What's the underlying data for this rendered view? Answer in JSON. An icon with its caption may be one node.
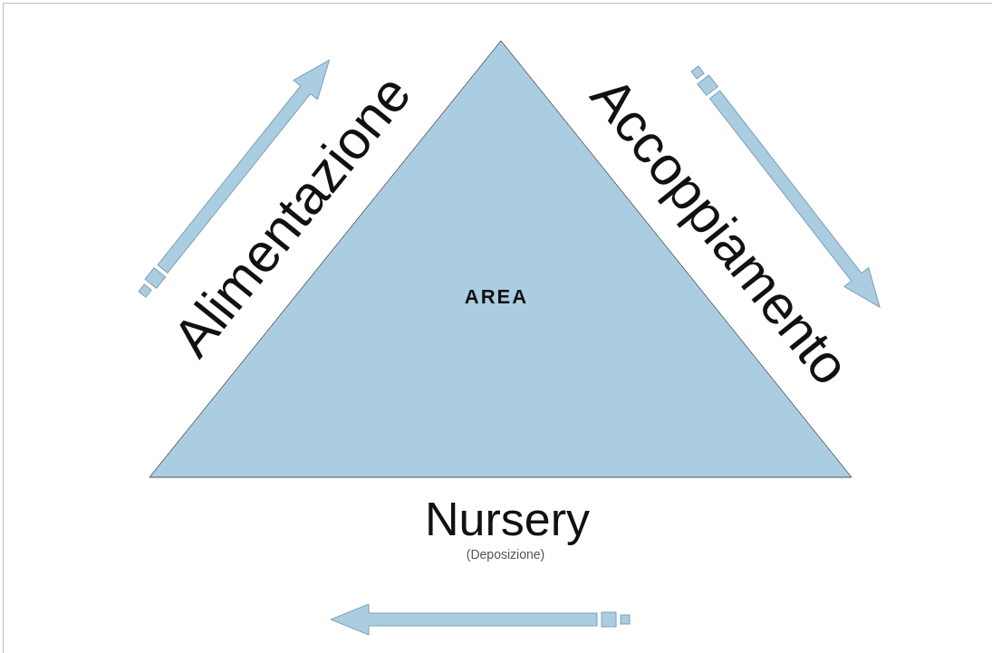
{
  "diagram": {
    "nodes": [
      {
        "text": [
          "AREA"
        ]
      }
    ],
    "labels": [
      "Alimentazione",
      "Accoppiamento",
      "Nursery",
      "(Deposizione)"
    ]
  }
}
